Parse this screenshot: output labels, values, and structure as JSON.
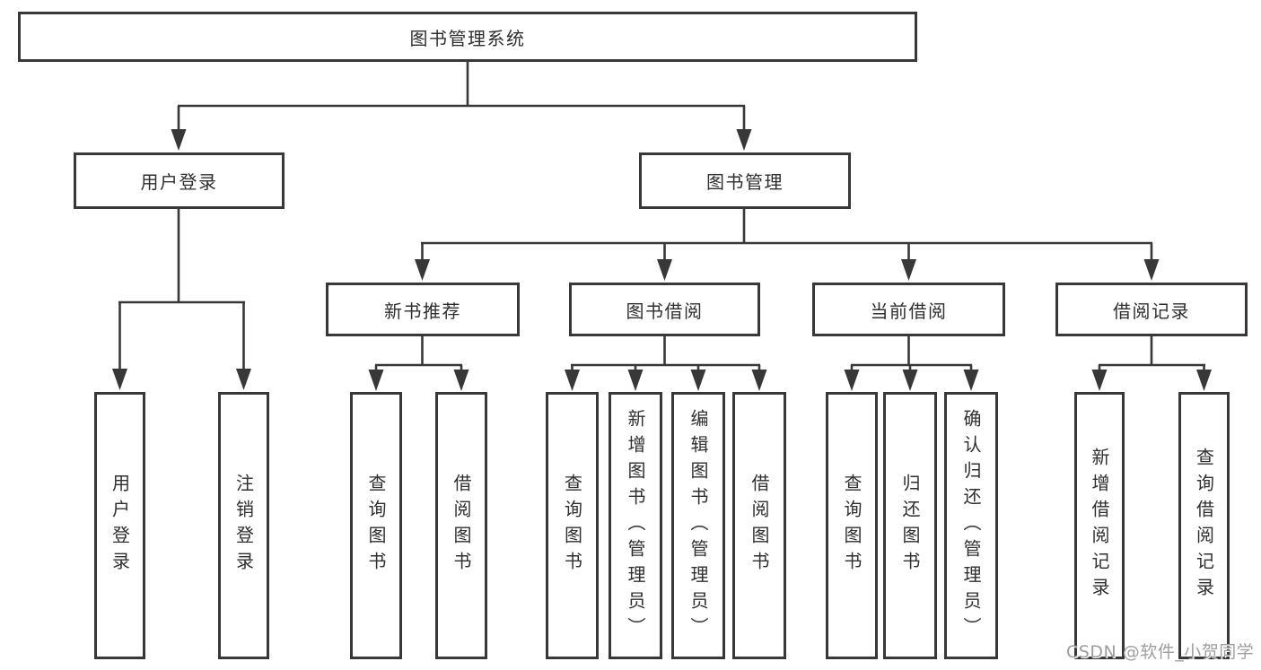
{
  "diagram": {
    "root": {
      "label": "图书管理系统",
      "children": [
        {
          "label": "用户登录",
          "children": [
            {
              "label": "用户登录"
            },
            {
              "label": "注销登录"
            }
          ]
        },
        {
          "label": "图书管理",
          "children": [
            {
              "label": "新书推荐",
              "children": [
                {
                  "label": "查询图书"
                },
                {
                  "label": "借阅图书"
                }
              ]
            },
            {
              "label": "图书借阅",
              "children": [
                {
                  "label": "查询图书"
                },
                {
                  "label": "新增图书（管理员）"
                },
                {
                  "label": "编辑图书（管理员）"
                },
                {
                  "label": "借阅图书"
                }
              ]
            },
            {
              "label": "当前借阅",
              "children": [
                {
                  "label": "查询图书"
                },
                {
                  "label": "归还图书"
                },
                {
                  "label": "确认归还（管理员）"
                }
              ]
            },
            {
              "label": "借阅记录",
              "children": [
                {
                  "label": "新增借阅记录"
                },
                {
                  "label": "查询借阅记录"
                }
              ]
            }
          ]
        }
      ]
    }
  },
  "watermark": "CSDN @软件_小贺同学",
  "colors": {
    "line": "#383838",
    "box_border": "#383838",
    "text": "#2f2f2f",
    "watermark": "#9e9e9e",
    "background": "#ffffff"
  }
}
